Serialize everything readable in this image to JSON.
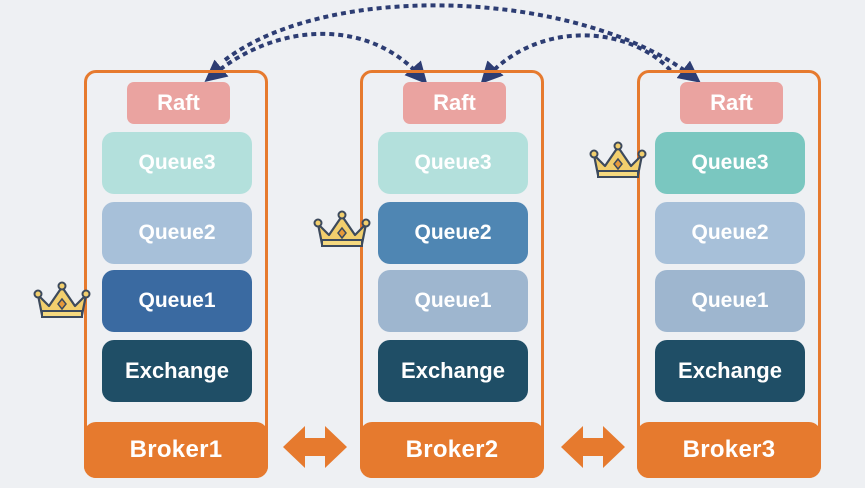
{
  "colors": {
    "background": "#eef0f3",
    "broker_orange": "#e67a2e",
    "raft_pink": "#eaa3a0",
    "queue3_light": "#b3e0dc",
    "queue3_leader": "#7ac7c0",
    "queue2_light": "#a7c0d9",
    "queue2_leader": "#4f86b3",
    "queue1_light": "#9eb6cf",
    "queue1_leader": "#3a6aa1",
    "exchange": "#1f4e66",
    "link_dash": "#2d3d73",
    "crown_gold": "#f2cf6d"
  },
  "brokers": [
    {
      "name": "Broker1",
      "raft": "Raft",
      "queue3": "Queue3",
      "queue2": "Queue2",
      "queue1": "Queue1",
      "exchange": "Exchange"
    },
    {
      "name": "Broker2",
      "raft": "Raft",
      "queue3": "Queue3",
      "queue2": "Queue2",
      "queue1": "Queue1",
      "exchange": "Exchange"
    },
    {
      "name": "Broker3",
      "raft": "Raft",
      "queue3": "Queue3",
      "queue2": "Queue2",
      "queue1": "Queue1",
      "exchange": "Exchange"
    }
  ],
  "leaders": {
    "Queue1": "Broker1",
    "Queue2": "Broker2",
    "Queue3": "Broker3"
  },
  "icons": {
    "leader_marker": "crown-icon",
    "broker_link": "double-headed-arrow-icon",
    "raft_link": "dotted-curved-arrow"
  }
}
